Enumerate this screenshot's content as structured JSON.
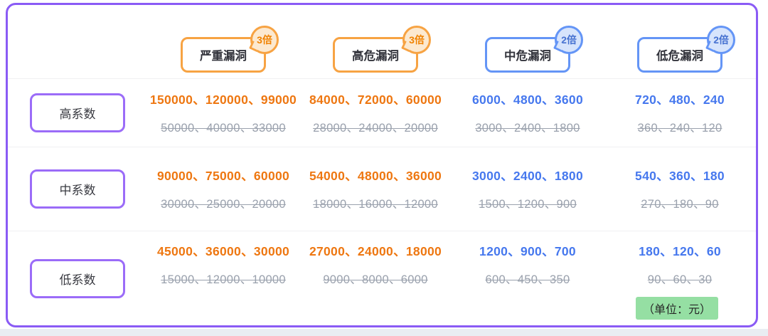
{
  "table": {
    "columns": [
      {
        "label": "严重漏洞",
        "badge": "3倍",
        "theme": "orange"
      },
      {
        "label": "高危漏洞",
        "badge": "3倍",
        "theme": "orange"
      },
      {
        "label": "中危漏洞",
        "badge": "2倍",
        "theme": "blue"
      },
      {
        "label": "低危漏洞",
        "badge": "2倍",
        "theme": "blue"
      }
    ],
    "rows": [
      {
        "label": "高系数",
        "cells": [
          {
            "current": "150000、120000、99000",
            "previous": "50000、40000、33000"
          },
          {
            "current": "84000、72000、60000",
            "previous": "28000、24000、20000"
          },
          {
            "current": "6000、4800、3600",
            "previous": "3000、2400、1800"
          },
          {
            "current": "720、480、240",
            "previous": "360、240、120"
          }
        ]
      },
      {
        "label": "中系数",
        "cells": [
          {
            "current": "90000、75000、60000",
            "previous": "30000、25000、20000"
          },
          {
            "current": "54000、48000、36000",
            "previous": "18000、16000、12000"
          },
          {
            "current": "3000、2400、1800",
            "previous": "1500、1200、900"
          },
          {
            "current": "540、360、180",
            "previous": "270、180、90"
          }
        ]
      },
      {
        "label": "低系数",
        "cells": [
          {
            "current": "45000、36000、30000",
            "previous": "15000、12000、10000"
          },
          {
            "current": "27000、24000、18000",
            "previous": "9000、8000、6000"
          },
          {
            "current": "1200、900、700",
            "previous": "600、450、350"
          },
          {
            "current": "180、120、60",
            "previous": "90、60、30"
          }
        ]
      }
    ],
    "unit_note": "（单位：元）"
  },
  "colors": {
    "card_border_purple": "#8A5BF5",
    "row_label_border_purple": "#9B6CF8",
    "orange_border": "#F7A343",
    "orange_value_text": "#EE7711",
    "orange_badge_bg": "#FCE9D0",
    "orange_badge_text": "#F08200",
    "blue_border": "#6495F6",
    "blue_value_text": "#4678EE",
    "blue_badge_bg": "#D7E4FC",
    "blue_badge_text": "#4570D0",
    "strikethrough_gray": "#9AA1AD",
    "unit_note_bg": "#95DFA3",
    "divider": "#F0F0F2"
  },
  "chart_data": {
    "type": "table",
    "title": "",
    "unit": "元",
    "column_headers": [
      "严重漏洞",
      "高危漏洞",
      "中危漏洞",
      "低危漏洞"
    ],
    "column_multipliers": [
      "3倍",
      "3倍",
      "2倍",
      "2倍"
    ],
    "row_headers": [
      "高系数",
      "中系数",
      "低系数"
    ],
    "boosted_values": [
      [
        [
          150000,
          120000,
          99000
        ],
        [
          84000,
          72000,
          60000
        ],
        [
          6000,
          4800,
          3600
        ],
        [
          720,
          480,
          240
        ]
      ],
      [
        [
          90000,
          75000,
          60000
        ],
        [
          54000,
          48000,
          36000
        ],
        [
          3000,
          2400,
          1800
        ],
        [
          540,
          360,
          180
        ]
      ],
      [
        [
          45000,
          36000,
          30000
        ],
        [
          27000,
          24000,
          18000
        ],
        [
          1200,
          900,
          700
        ],
        [
          180,
          120,
          60
        ]
      ]
    ],
    "original_values_struck_through": [
      [
        [
          50000,
          40000,
          33000
        ],
        [
          28000,
          24000,
          20000
        ],
        [
          3000,
          2400,
          1800
        ],
        [
          360,
          240,
          120
        ]
      ],
      [
        [
          30000,
          25000,
          20000
        ],
        [
          18000,
          16000,
          12000
        ],
        [
          1500,
          1200,
          900
        ],
        [
          270,
          180,
          90
        ]
      ],
      [
        [
          15000,
          12000,
          10000
        ],
        [
          9000,
          8000,
          6000
        ],
        [
          600,
          450,
          350
        ],
        [
          90,
          60,
          30
        ]
      ]
    ]
  }
}
